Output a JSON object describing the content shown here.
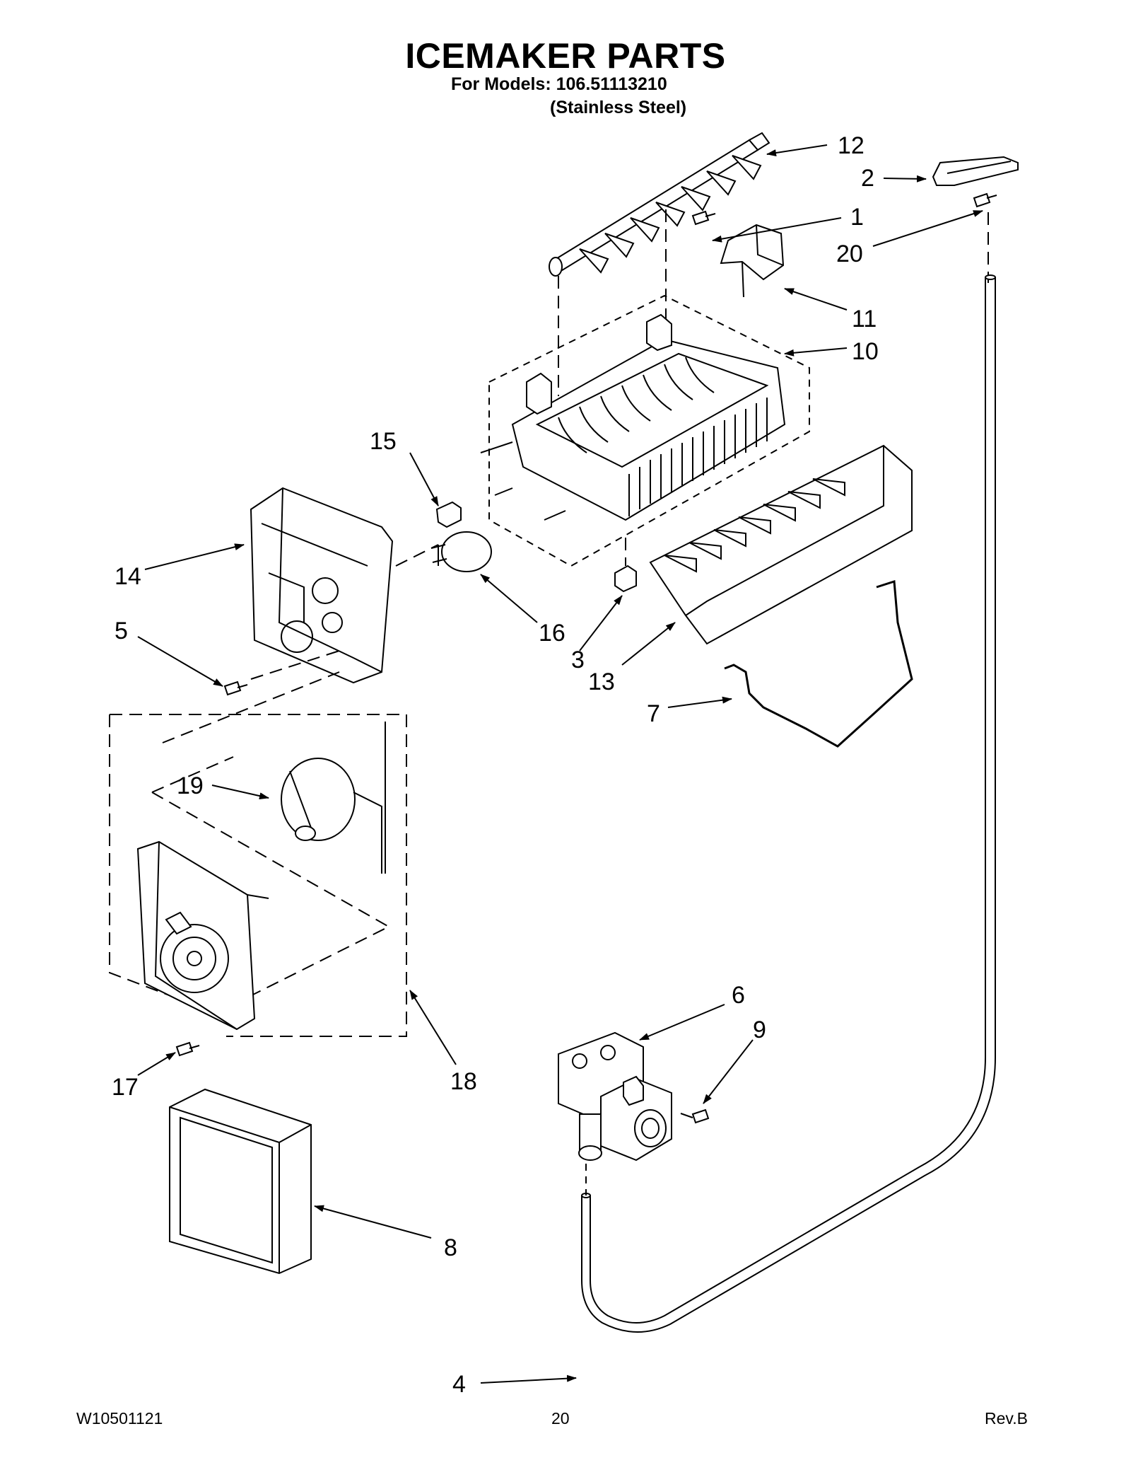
{
  "header": {
    "title": "ICEMAKER PARTS",
    "models_line": "For Models: 106.51113210",
    "finish_line": "(Stainless Steel)"
  },
  "callouts": {
    "c1": "1",
    "c2": "2",
    "c3": "3",
    "c4": "4",
    "c5": "5",
    "c6": "6",
    "c7": "7",
    "c8": "8",
    "c9": "9",
    "c10": "10",
    "c11": "11",
    "c12": "12",
    "c13": "13",
    "c14": "14",
    "c15": "15",
    "c16": "16",
    "c17": "17",
    "c18": "18",
    "c19": "19",
    "c20": "20"
  },
  "footer": {
    "doc_number": "W10501121",
    "page_number": "20",
    "revision": "Rev.B"
  },
  "colors": {
    "ink": "#000000",
    "paper": "#ffffff"
  }
}
